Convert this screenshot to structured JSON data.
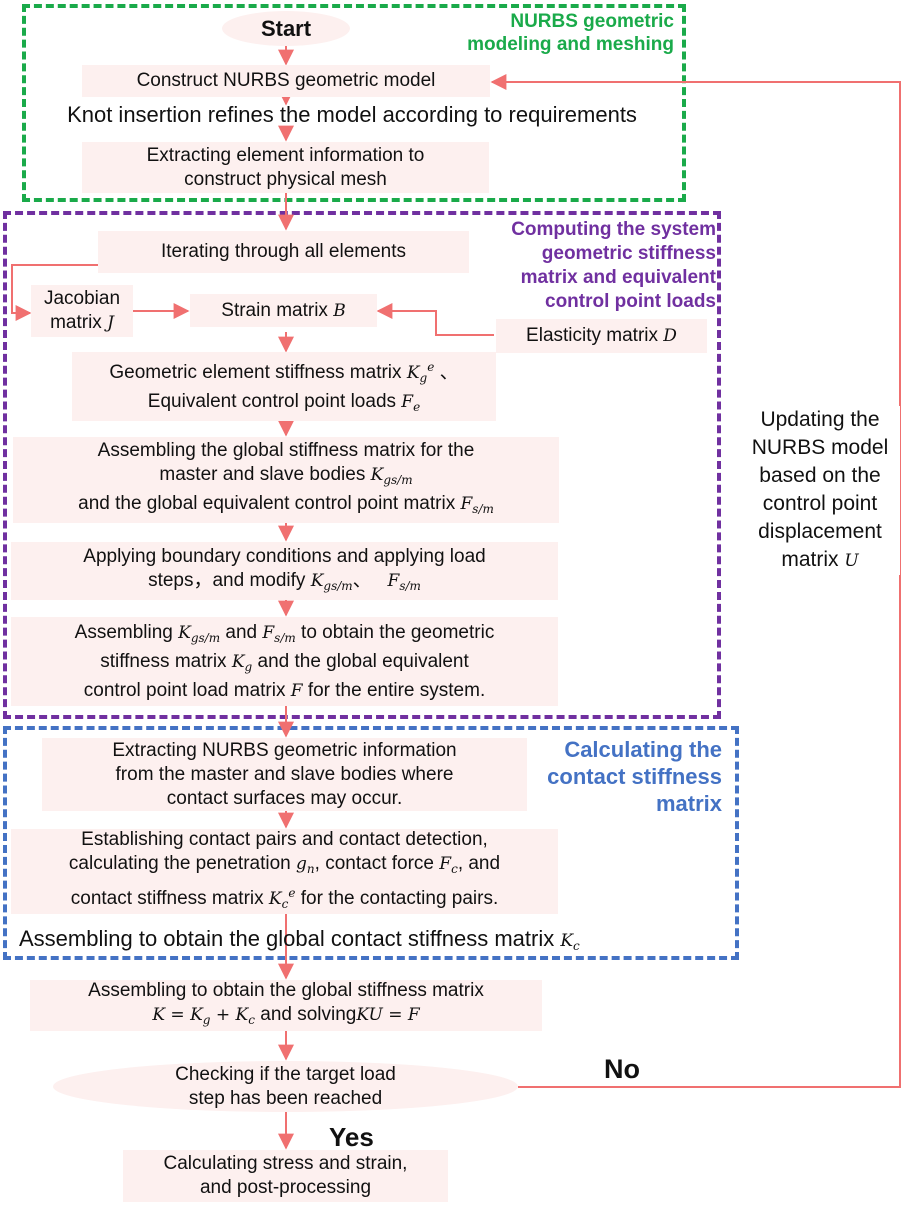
{
  "sections": {
    "nurbs": {
      "title_line1": "NURBS geometric",
      "title_line2": "modeling and meshing",
      "color": "#1aaa4a"
    },
    "stiffness": {
      "title_line1": "Computing the system",
      "title_line2": "geometric stiffness",
      "title_line3": "matrix and equivalent",
      "title_line4": "control point loads",
      "color": "#7030a0"
    },
    "contact": {
      "title_line1": "Calculating the",
      "title_line2": "contact stiffness",
      "title_line3": "matrix",
      "color": "#4472c4"
    }
  },
  "nodes": {
    "start": "Start",
    "construct": "Construct NURBS geometric model",
    "knot": "Knot insertion refines the model according to requirements",
    "extract_line1": "Extracting element information to",
    "extract_line2": "construct physical mesh",
    "iterate": "Iterating through all elements",
    "jacobian_line1": "Jacobian",
    "jacobian_line2": "matrix",
    "jacobian_sym": "J",
    "strain_text": "Strain matrix",
    "strain_sym": "B",
    "elasticity_text": "Elasticity matrix",
    "elasticity_sym": "D",
    "geom_line1": "Geometric element stiffness matrix",
    "geom_sym": "K",
    "geom_sub": "g",
    "geom_sup": "e",
    "geom_sep": "、",
    "geom_line2": "Equivalent control point loads",
    "geom_load_sym": "F",
    "geom_load_sub": "e",
    "assem_line1": "Assembling the global stiffness matrix for the",
    "assem_line2": "master and slave bodies",
    "assem_k": "K",
    "assem_k_sub": "gs/m",
    "assem_line3": "and the global equivalent control point matrix",
    "assem_f": "F",
    "assem_f_sub": "s/m",
    "bc_line1": "Applying boundary conditions and applying load",
    "bc_line2": "steps，and modify",
    "bc_k": "K",
    "bc_k_sub": "gs/m",
    "bc_sep": "、",
    "bc_f": "F",
    "bc_f_sub": "s/m",
    "sys_a": "Assembling",
    "sys_k": "K",
    "sys_k_sub": "gs/m",
    "sys_and": "and",
    "sys_f": "F",
    "sys_f_sub": "s/m",
    "sys_b": "to obtain the geometric",
    "sys_c": "stiffness matrix",
    "sys_kg": "K",
    "sys_kg_sub": "g",
    "sys_d": "and the global equivalent",
    "sys_e": "control point load matrix",
    "sys_F": "F",
    "sys_f2": "for the entire system.",
    "cinfo_line1": "Extracting NURBS geometric information",
    "cinfo_line2": "from the master and slave bodies where",
    "cinfo_line3": "contact surfaces may occur.",
    "pair_line1": "Establishing contact pairs and contact detection,",
    "pair_a": "calculating the penetration",
    "pair_g": "g",
    "pair_g_sub": "n",
    "pair_b": ", contact force",
    "pair_f": "F",
    "pair_f_sub": "c",
    "pair_c": ", and",
    "pair_d": "contact stiffness matrix",
    "pair_k": "K",
    "pair_k_sub": "c",
    "pair_k_sup": "e",
    "pair_e": "for the contacting pairs.",
    "cglobal_text": "Assembling to obtain the global contact stiffness matrix",
    "cglobal_k": "K",
    "cglobal_k_sub": "c",
    "global_line1": "Assembling to obtain the global stiffness matrix",
    "global_eq": "K = K",
    "global_eq_sub1": "g",
    "global_eq_plus": " + K",
    "global_eq_sub2": "c",
    "global_mid": "and solving",
    "global_eq2": "KU = F",
    "check_line1": "Checking if the target load",
    "check_line2": "step has been reached",
    "final_line1": "Calculating stress and strain,",
    "final_line2": "and post-processing"
  },
  "labels": {
    "no": "No",
    "yes": "Yes",
    "update_line1": "Updating the",
    "update_line2": "NURBS model",
    "update_line3": "based on the",
    "update_line4": "control point",
    "update_line5": "displacement",
    "update_line6": "matrix",
    "update_sym": "U"
  },
  "colors": {
    "arrow": "#f07070",
    "box_fill": "#fdf0ef"
  }
}
